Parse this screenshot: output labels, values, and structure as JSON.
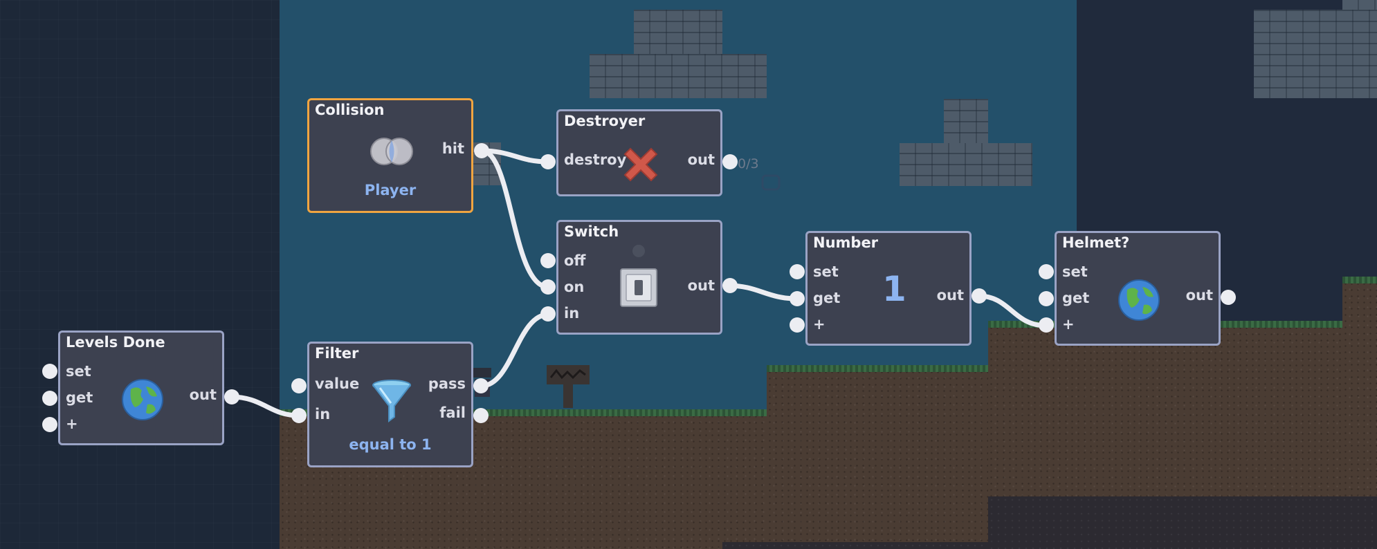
{
  "nodes": {
    "collision": {
      "title": "Collision",
      "out_label": "hit",
      "target": "Player"
    },
    "destroyer": {
      "title": "Destroyer",
      "in_label": "destroy",
      "out_label": "out"
    },
    "switch": {
      "title": "Switch",
      "in_labels": [
        "off",
        "on",
        "in"
      ],
      "out_label": "out"
    },
    "number": {
      "title": "Number",
      "in_labels": [
        "set",
        "get",
        "+"
      ],
      "value": "1",
      "out_label": "out"
    },
    "helmet": {
      "title": "Helmet?",
      "in_labels": [
        "set",
        "get",
        "+"
      ],
      "out_label": "out"
    },
    "levels_done": {
      "title": "Levels Done",
      "in_labels": [
        "set",
        "get",
        "+"
      ],
      "out_label": "out"
    },
    "filter": {
      "title": "Filter",
      "in_labels": [
        "value",
        "in"
      ],
      "out_labels": [
        "pass",
        "fail"
      ],
      "condition": "equal to 1"
    }
  },
  "counter_text": "0/3",
  "icons": {
    "collision": "overlap-circles-icon",
    "destroyer": "red-x-icon",
    "switch": "toggle-switch-icon",
    "variable": "globe-icon",
    "filter": "funnel-icon"
  },
  "colors": {
    "node_bg": "#3d4150",
    "node_border": "#9aa3c5",
    "selected_border": "#f0a540",
    "accent_text": "#8db4f0",
    "wire": "#ecedf2"
  }
}
